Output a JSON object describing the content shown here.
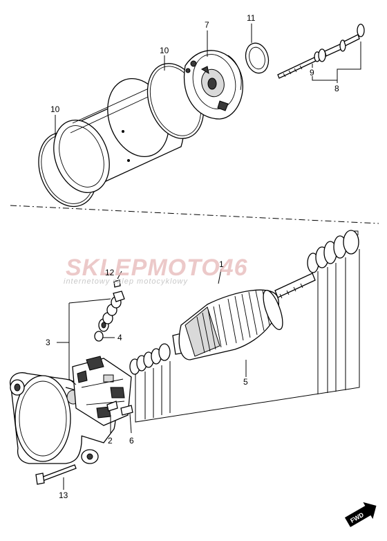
{
  "watermark": {
    "brand": "SKLEPMOTO46",
    "tagline": "internetowy sklep motocyklowy"
  },
  "callouts": {
    "c1": "1",
    "c2": "2",
    "c3": "3",
    "c4": "4",
    "c5": "5",
    "c6": "6",
    "c7": "7",
    "c8": "8",
    "c9": "9",
    "c10a": "10",
    "c10b": "10",
    "c11": "11",
    "c12": "12",
    "c13": "13"
  },
  "fwd_label": "FWD"
}
